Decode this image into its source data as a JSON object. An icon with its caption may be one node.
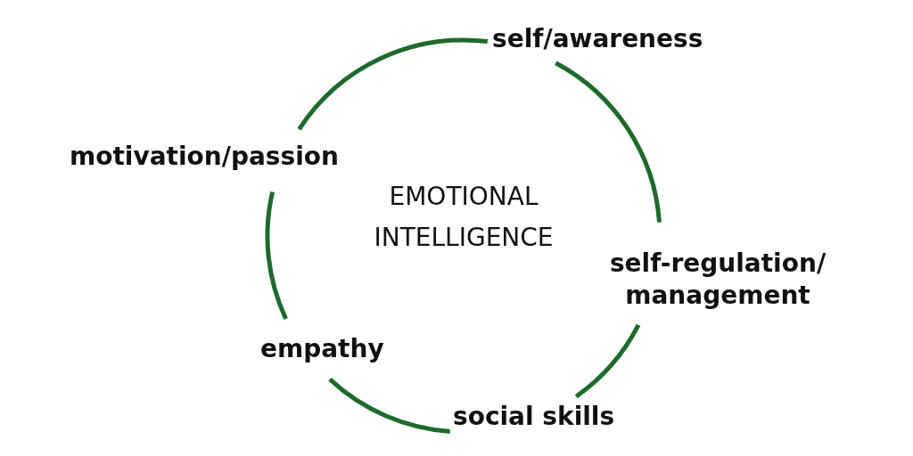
{
  "diagram": {
    "nodes": [
      {
        "text": [
          "self/awareness"
        ]
      },
      {
        "text": [
          "self-regulation/ management"
        ]
      },
      {
        "text": [
          "social skills"
        ]
      },
      {
        "text": [
          "empathy"
        ]
      },
      {
        "text": [
          "motivation/passion"
        ]
      }
    ],
    "edges": [
      {
        "from": 0,
        "to": 1,
        "arrow": "none"
      },
      {
        "from": 1,
        "to": 2,
        "arrow": "none"
      },
      {
        "from": 2,
        "to": 3,
        "arrow": "none"
      },
      {
        "from": 3,
        "to": 4,
        "arrow": "none"
      },
      {
        "from": 4,
        "to": 0,
        "arrow": "none"
      }
    ],
    "labels": [
      "EMOTIONAL INTELLIGENCE"
    ]
  }
}
